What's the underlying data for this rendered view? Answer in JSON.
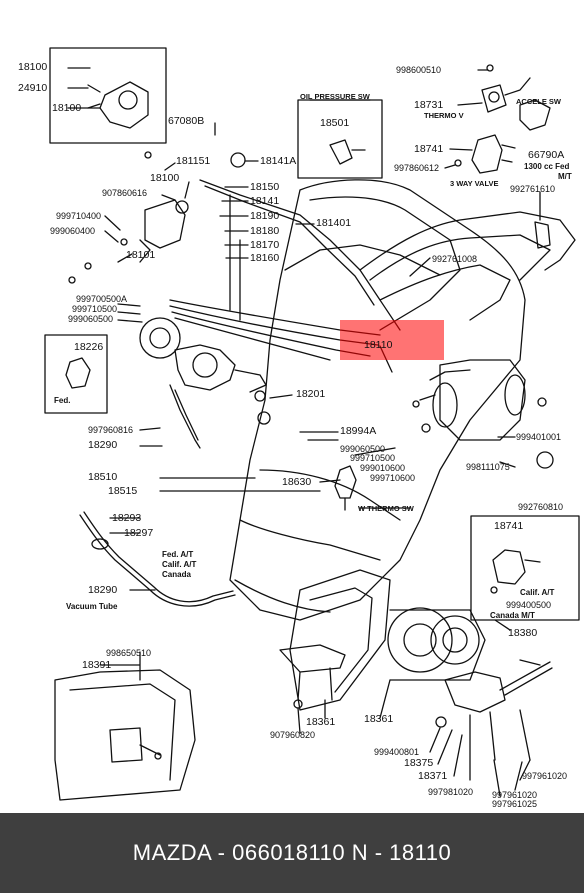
{
  "highlighted_part": "18110",
  "footer": {
    "caption": "MAZDA - 066018110   N - 18110"
  },
  "labels": {
    "oil_pressure_sw": "OIL PRESSURE SW",
    "p18501": "18501",
    "p998600510": "998600510",
    "p18731": "18731",
    "accele_sw": "ACCELE SW",
    "thermo_valve": "THERMO V",
    "p18741_top": "18741",
    "p997860612": "997860612",
    "three_way_valve": "3 WAY VALVE",
    "p66790a": "66790A",
    "note_1300": "1300 cc Fed",
    "note_mt": "M/T",
    "p992761610": "992761610",
    "p18100_inset": "18100",
    "p24910": "24910",
    "p18100_inset_b": "18100",
    "p67080b": "67080B",
    "p181151": "181151",
    "p18141a": "18141A",
    "p18100": "18100",
    "p907860616": "907860616",
    "p18150": "18150",
    "p18141": "18141",
    "p18190": "18190",
    "p181401": "181401",
    "p18180": "18180",
    "p18170": "18170",
    "p18160": "18160",
    "p999710400": "999710400",
    "p999060400": "999060400",
    "p18101": "18101",
    "p999700500a": "999700500A",
    "p999710500": "999710500",
    "p999060500": "999060500",
    "p992761008": "992761008",
    "p18110": "18110",
    "p18226": "18226",
    "fed_inset": "Fed.",
    "p18201": "18201",
    "p997960816": "997960816",
    "p18290_top": "18290",
    "p18994a": "18994A",
    "p999060500b": "999060500",
    "p999710500b": "999710500",
    "p999010600": "999010600",
    "p999710600": "999710600",
    "p999401001": "999401001",
    "p998111075": "998111075",
    "p18510": "18510",
    "p18515": "18515",
    "p18630": "18630",
    "w_thermo_sw": "W THERMO SW",
    "p992760810": "992760810",
    "p18293": "18293",
    "p18297": "18297",
    "fed_at": "Fed. A/T",
    "calif_at": "Calif. A/T",
    "canada": "Canada",
    "p18290": "18290",
    "vacuum_tube": "Vacuum Tube",
    "p18741_box": "18741",
    "calif_at2": "Calif. A/T",
    "p999400500": "999400500",
    "canada_mt": "Canada M/T",
    "p18380": "18380",
    "p998650510": "998650510",
    "p18391": "18391",
    "p18361_a": "18361",
    "p907960820": "907960820",
    "p18361_b": "18361",
    "p999400801": "999400801",
    "p18375": "18375",
    "p18371": "18371",
    "p997961020": "997961020",
    "p997981020": "997981020",
    "p997961020b": "997961020",
    "p997961025": "997961025"
  }
}
